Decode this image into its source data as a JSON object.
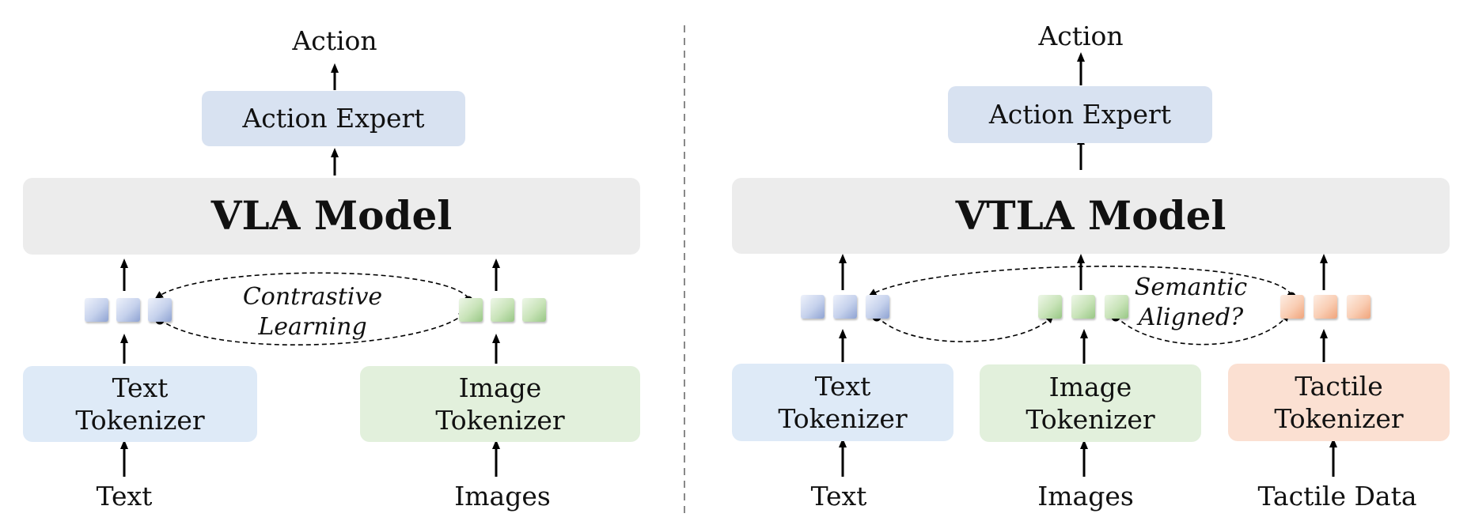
{
  "left": {
    "action": "Action",
    "action_expert": "Action Expert",
    "model": "VLA Model",
    "text_tokenizer": [
      "Text",
      "Tokenizer"
    ],
    "image_tokenizer": [
      "Image",
      "Tokenizer"
    ],
    "text_input": "Text",
    "image_input": "Images",
    "contrastive": [
      "Contrastive",
      "Learning"
    ]
  },
  "right": {
    "action": "Action",
    "action_expert": "Action Expert",
    "model": "VTLA Model",
    "text_tokenizer": [
      "Text",
      "Tokenizer"
    ],
    "image_tokenizer": [
      "Image",
      "Tokenizer"
    ],
    "tactile_tokenizer": [
      "Tactile",
      "Tokenizer"
    ],
    "text_input": "Text",
    "image_input": "Images",
    "tactile_input": "Tactile Data",
    "semantic": [
      "Semantic",
      "Aligned?"
    ]
  },
  "colors": {
    "text_box": "#deeaf7",
    "image_box": "#e2f0dc",
    "tactile_box": "#fbe0d2",
    "model_box": "#ececec",
    "expert_box": "#d8e2f1"
  }
}
